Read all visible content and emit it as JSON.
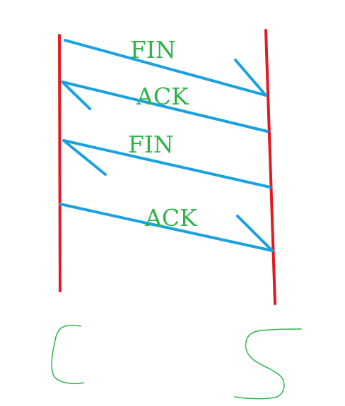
{
  "colors": {
    "background": "#ffffff",
    "lifeline": "#e3191f",
    "arrow": "#1ba1e2",
    "label": "#2bb54a",
    "handwriting": "#2bb54a"
  },
  "messages": [
    {
      "label": "FIN",
      "direction": "client-to-server"
    },
    {
      "label": "ACK",
      "direction": "server-to-client"
    },
    {
      "label": "FIN",
      "direction": "server-to-client"
    },
    {
      "label": "ACK",
      "direction": "client-to-server"
    }
  ],
  "participants": {
    "left": {
      "handwritten_label": "C"
    },
    "right": {
      "handwritten_label": "S"
    }
  }
}
